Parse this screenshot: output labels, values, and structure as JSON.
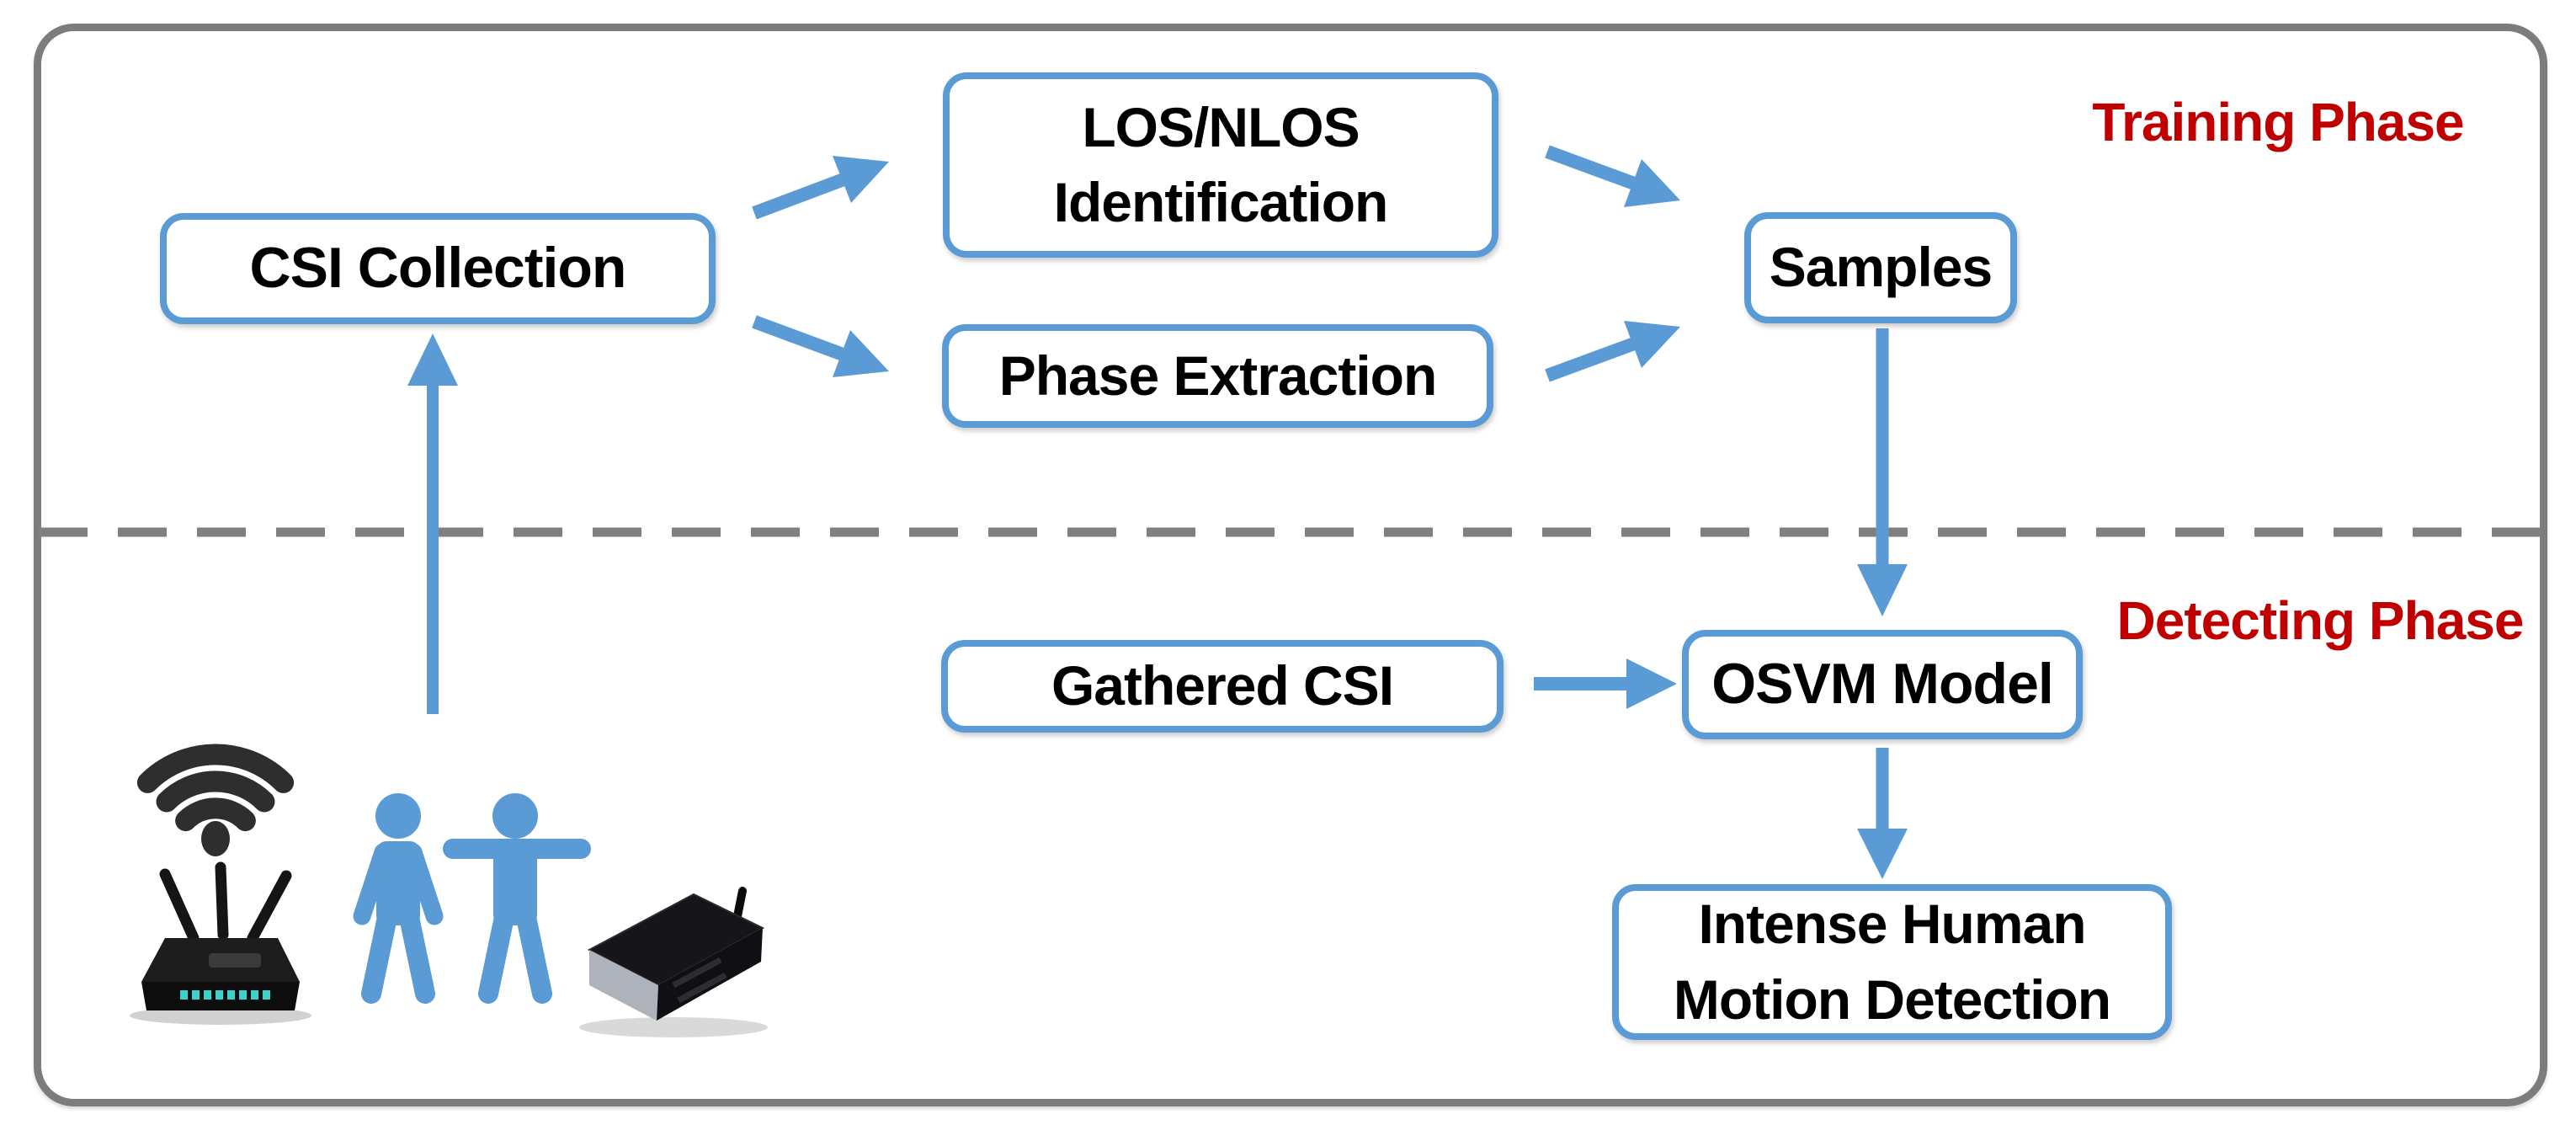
{
  "labels": {
    "training": "Training Phase",
    "detecting": "Detecting Phase"
  },
  "boxes": {
    "csi_collection": {
      "label": "CSI Collection"
    },
    "los_nlos": {
      "line1": "LOS/NLOS",
      "line2": "Identification"
    },
    "phase_extraction": {
      "label": "Phase Extraction"
    },
    "samples": {
      "label": "Samples"
    },
    "gathered_csi": {
      "label": "Gathered CSI"
    },
    "osvm_model": {
      "label": "OSVM Model"
    },
    "intense_motion": {
      "line1": "Intense Human",
      "line2": "Motion Detection"
    }
  },
  "icons": {
    "wifi": "wifi-signal-icon",
    "router": "wifi-router-icon",
    "people": "two-humans-motion-icon",
    "receiver": "receiver-device-icon"
  },
  "connections": [
    {
      "from": "transmitter_scene",
      "to": "csi_collection"
    },
    {
      "from": "csi_collection",
      "to": "los_nlos"
    },
    {
      "from": "csi_collection",
      "to": "phase_extraction"
    },
    {
      "from": "los_nlos",
      "to": "samples"
    },
    {
      "from": "phase_extraction",
      "to": "samples"
    },
    {
      "from": "samples",
      "to": "osvm_model"
    },
    {
      "from": "gathered_csi",
      "to": "osvm_model"
    },
    {
      "from": "osvm_model",
      "to": "intense_motion"
    }
  ],
  "colors": {
    "box_border": "#5B9BD5",
    "arrow": "#5B9BD5",
    "phase_label": "#C00000",
    "divider": "#808080",
    "outer_frame": "#7C7C7C",
    "box_text": "#000000",
    "people": "#5B9BD5",
    "device": "#1A1A1A"
  }
}
